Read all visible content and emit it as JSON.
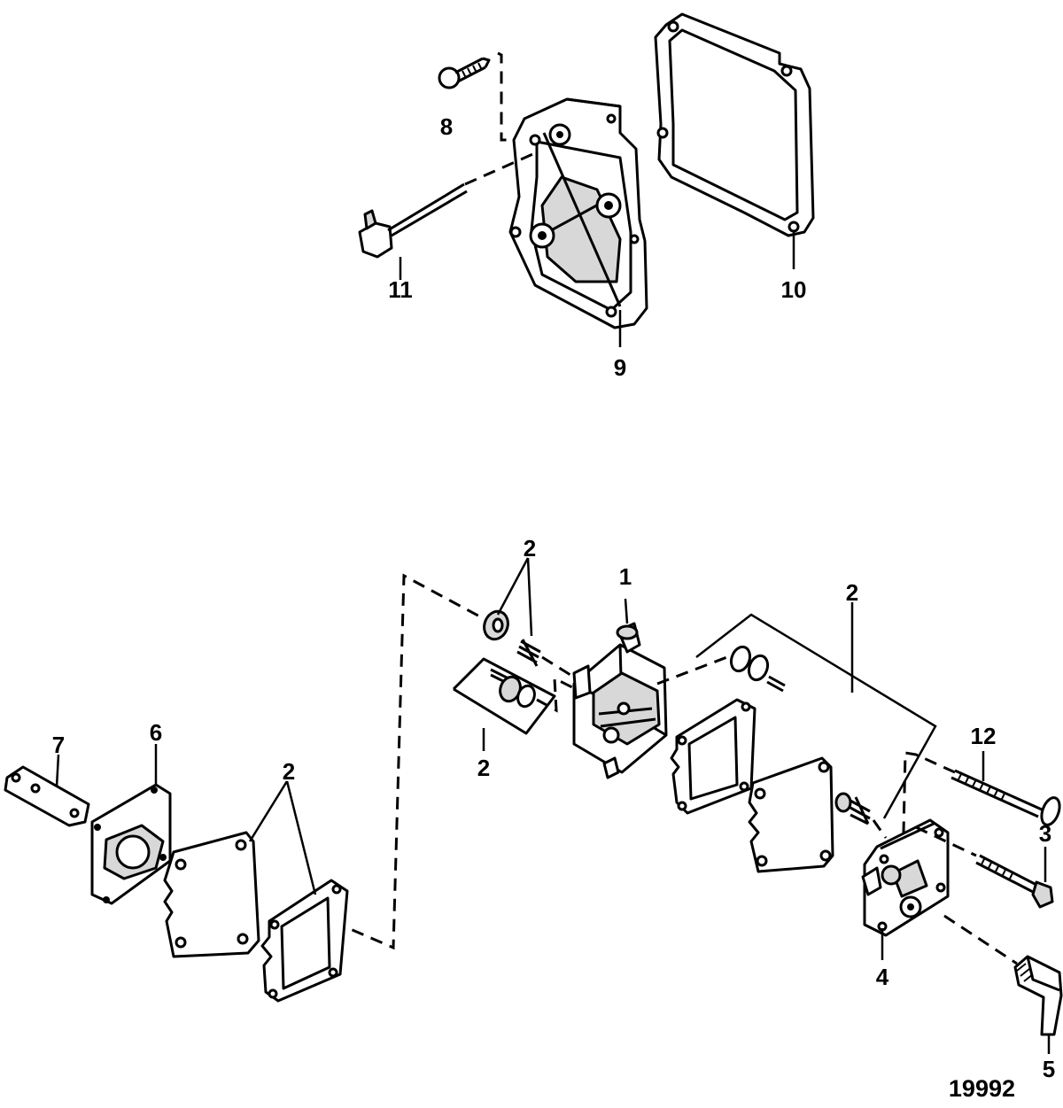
{
  "labels": {
    "l1": "1",
    "l2a": "2",
    "l2b": "2",
    "l2c": "2",
    "l2d": "2",
    "l3": "3",
    "l4": "4",
    "l5": "5",
    "l6": "6",
    "l7": "7",
    "l8": "8",
    "l9": "9",
    "l10": "10",
    "l11": "11",
    "l12": "12"
  },
  "figure_number": "19992"
}
